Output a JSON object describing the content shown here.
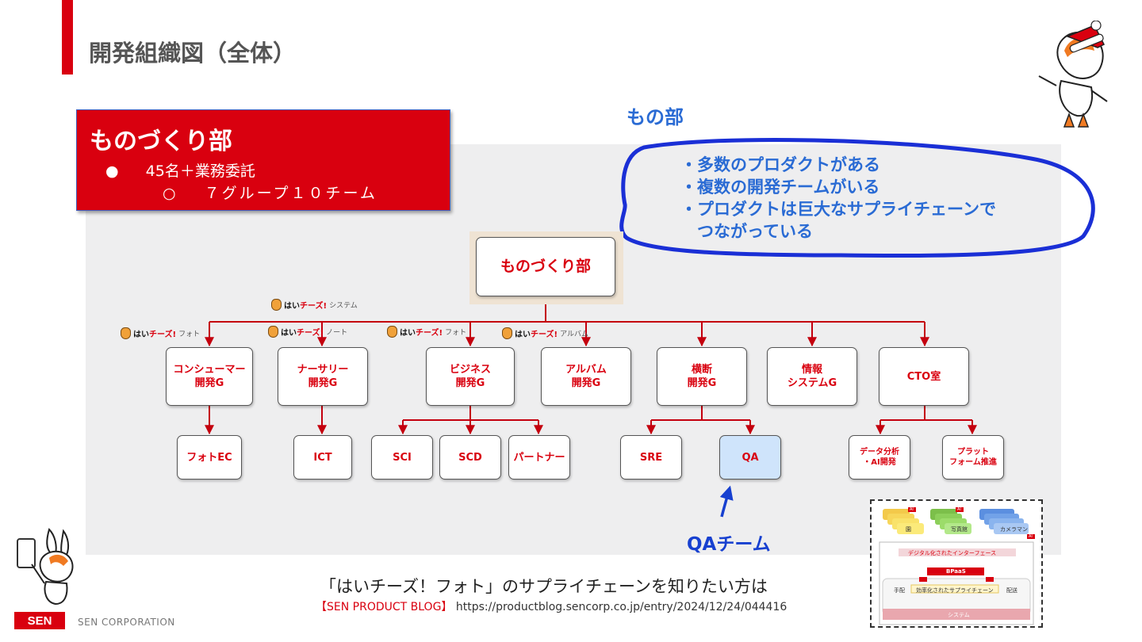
{
  "title": "開発組織図（全体）",
  "dept_box": {
    "heading": "ものづくり部",
    "bullet1": "45名＋業務委託",
    "bullet2": "７グループ１０チーム",
    "bullet1_marker": "●",
    "bullet2_marker": "○"
  },
  "annotation": {
    "label": "もの部",
    "lines": [
      "・多数のプロダクトがある",
      "・複数の開発チームがいる",
      "・プロダクトは巨大なサプライチェーンで",
      "　つながっている"
    ]
  },
  "org": {
    "root": "ものづくり部",
    "groups": [
      {
        "line1": "コンシューマー",
        "line2": "開発G"
      },
      {
        "line1": "ナーサリー",
        "line2": "開発G"
      },
      {
        "line1": "ビジネス",
        "line2": "開発G"
      },
      {
        "line1": "アルバム",
        "line2": "開発G"
      },
      {
        "line1": "横断",
        "line2": "開発G"
      },
      {
        "line1": "情報",
        "line2": "システムG"
      },
      {
        "line1": "CTO室",
        "line2": ""
      }
    ],
    "teams": [
      {
        "line1": "フォトEC",
        "line2": ""
      },
      {
        "line1": "ICT",
        "line2": ""
      },
      {
        "line1": "SCI",
        "line2": ""
      },
      {
        "line1": "SCD",
        "line2": ""
      },
      {
        "line1": "パートナー",
        "line2": ""
      },
      {
        "line1": "SRE",
        "line2": ""
      },
      {
        "line1": "QA",
        "line2": ""
      },
      {
        "line1": "データ分析",
        "line2": "・AI開発"
      },
      {
        "line1": "プラット",
        "line2": "フォーム推進"
      }
    ]
  },
  "badges": [
    {
      "logo_a": "はい",
      "logo_b": "チーズ!",
      "sub": "システム"
    },
    {
      "logo_a": "はい",
      "logo_b": "チーズ!",
      "sub": "フォト"
    },
    {
      "logo_a": "はい",
      "logo_b": "チーズ!",
      "sub": "ノート"
    },
    {
      "logo_a": "はい",
      "logo_b": "チーズ!",
      "sub": "フォト"
    },
    {
      "logo_a": "はい",
      "logo_b": "チーズ!",
      "sub": "アルバム"
    }
  ],
  "qa_label": "QAチーム",
  "caption": {
    "line1": "「はいチーズ！フォト」のサプライチェーンを知りたい方は",
    "blog": "【SEN PRODUCT BLOG】",
    "url": "https://productblog.sencorp.co.jp/entry/2024/12/24/044416"
  },
  "thumbnail": {
    "labels": [
      "AI",
      "AI",
      "AI",
      "園",
      "写真館",
      "カメラマン",
      "デジタル化されたインターフェース",
      "BPaaS",
      "手配",
      "効率化されたサプライチェーン",
      "配送",
      "システム"
    ]
  },
  "footer": {
    "logo": "SEN",
    "company": "SEN CORPORATION"
  },
  "colors": {
    "brand_red": "#d9000f",
    "annotation_blue": "#2a6bd4",
    "qa_blue": "#1740d0",
    "qa_fill": "#cfe4fb"
  }
}
